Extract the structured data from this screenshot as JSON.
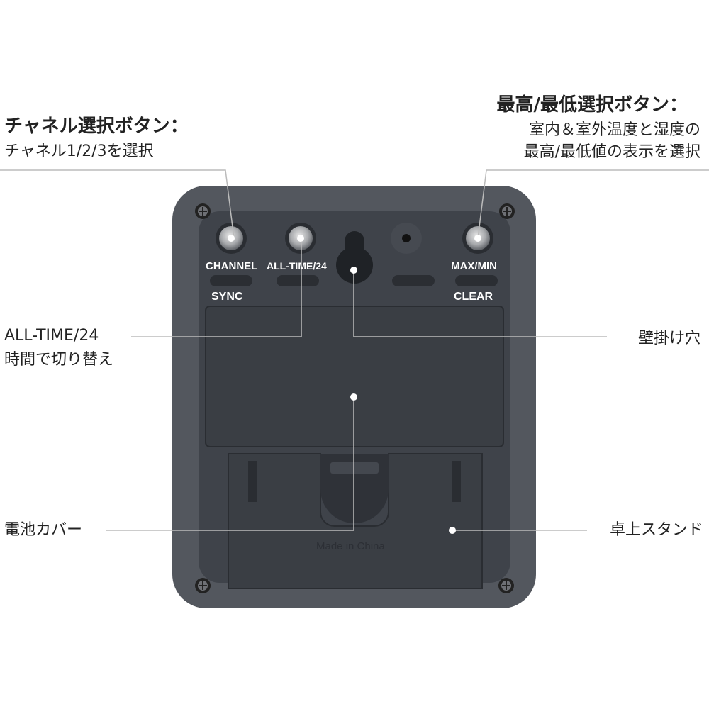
{
  "annotations": {
    "channel": {
      "title": "チャネル選択ボタン：",
      "desc": "チャネル1/2/3を選択"
    },
    "maxmin": {
      "title": "最高/最低選択ボタン：",
      "desc_line1": "室内＆室外温度と湿度の",
      "desc_line2": "最高/最低値の表示を選択"
    },
    "alltime": {
      "line1": "ALL-TIME/24",
      "line2": "時間で切り替え"
    },
    "wall_hole": "壁掛け穴",
    "battery_cover": "電池カバー",
    "stand": "卓上スタンド"
  },
  "device": {
    "button_channel_label": "CHANNEL",
    "button_alltime_label": "ALL-TIME/24",
    "button_maxmin_label": "MAX/MIN",
    "sync_label": "SYNC",
    "clear_label": "CLEAR",
    "made_in": "Made in China",
    "body_color": "#4a4e55",
    "face_color": "#3d4148"
  }
}
